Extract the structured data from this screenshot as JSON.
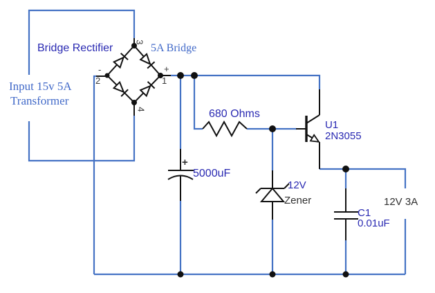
{
  "colors": {
    "wire": "#4472C4",
    "component": "#111111",
    "label_navy": "#2929B2",
    "label_blue": "#4169C8",
    "label_dark": "#303030"
  },
  "labels": {
    "bridge_rectifier": "Bridge Rectifier",
    "bridge_rating": "5A Bridge",
    "transformer_line1": "Input 15v 5A",
    "transformer_line2": "Transformer",
    "resistor_value": "680 Ohms",
    "transistor_ref": "U1",
    "transistor_part": "2N3055",
    "filter_cap_value": "5000uF",
    "filter_cap_plus": "+",
    "zener_voltage": "12V",
    "zener_label": "Zener",
    "output_cap_ref": "C1",
    "output_cap_value": "0.01uF",
    "output_rating": "12V 3A"
  },
  "bridge_pins": {
    "plus": "+",
    "minus": "-",
    "pin1": "1",
    "pin2": "2",
    "pin3": "3",
    "pin4": "4"
  }
}
